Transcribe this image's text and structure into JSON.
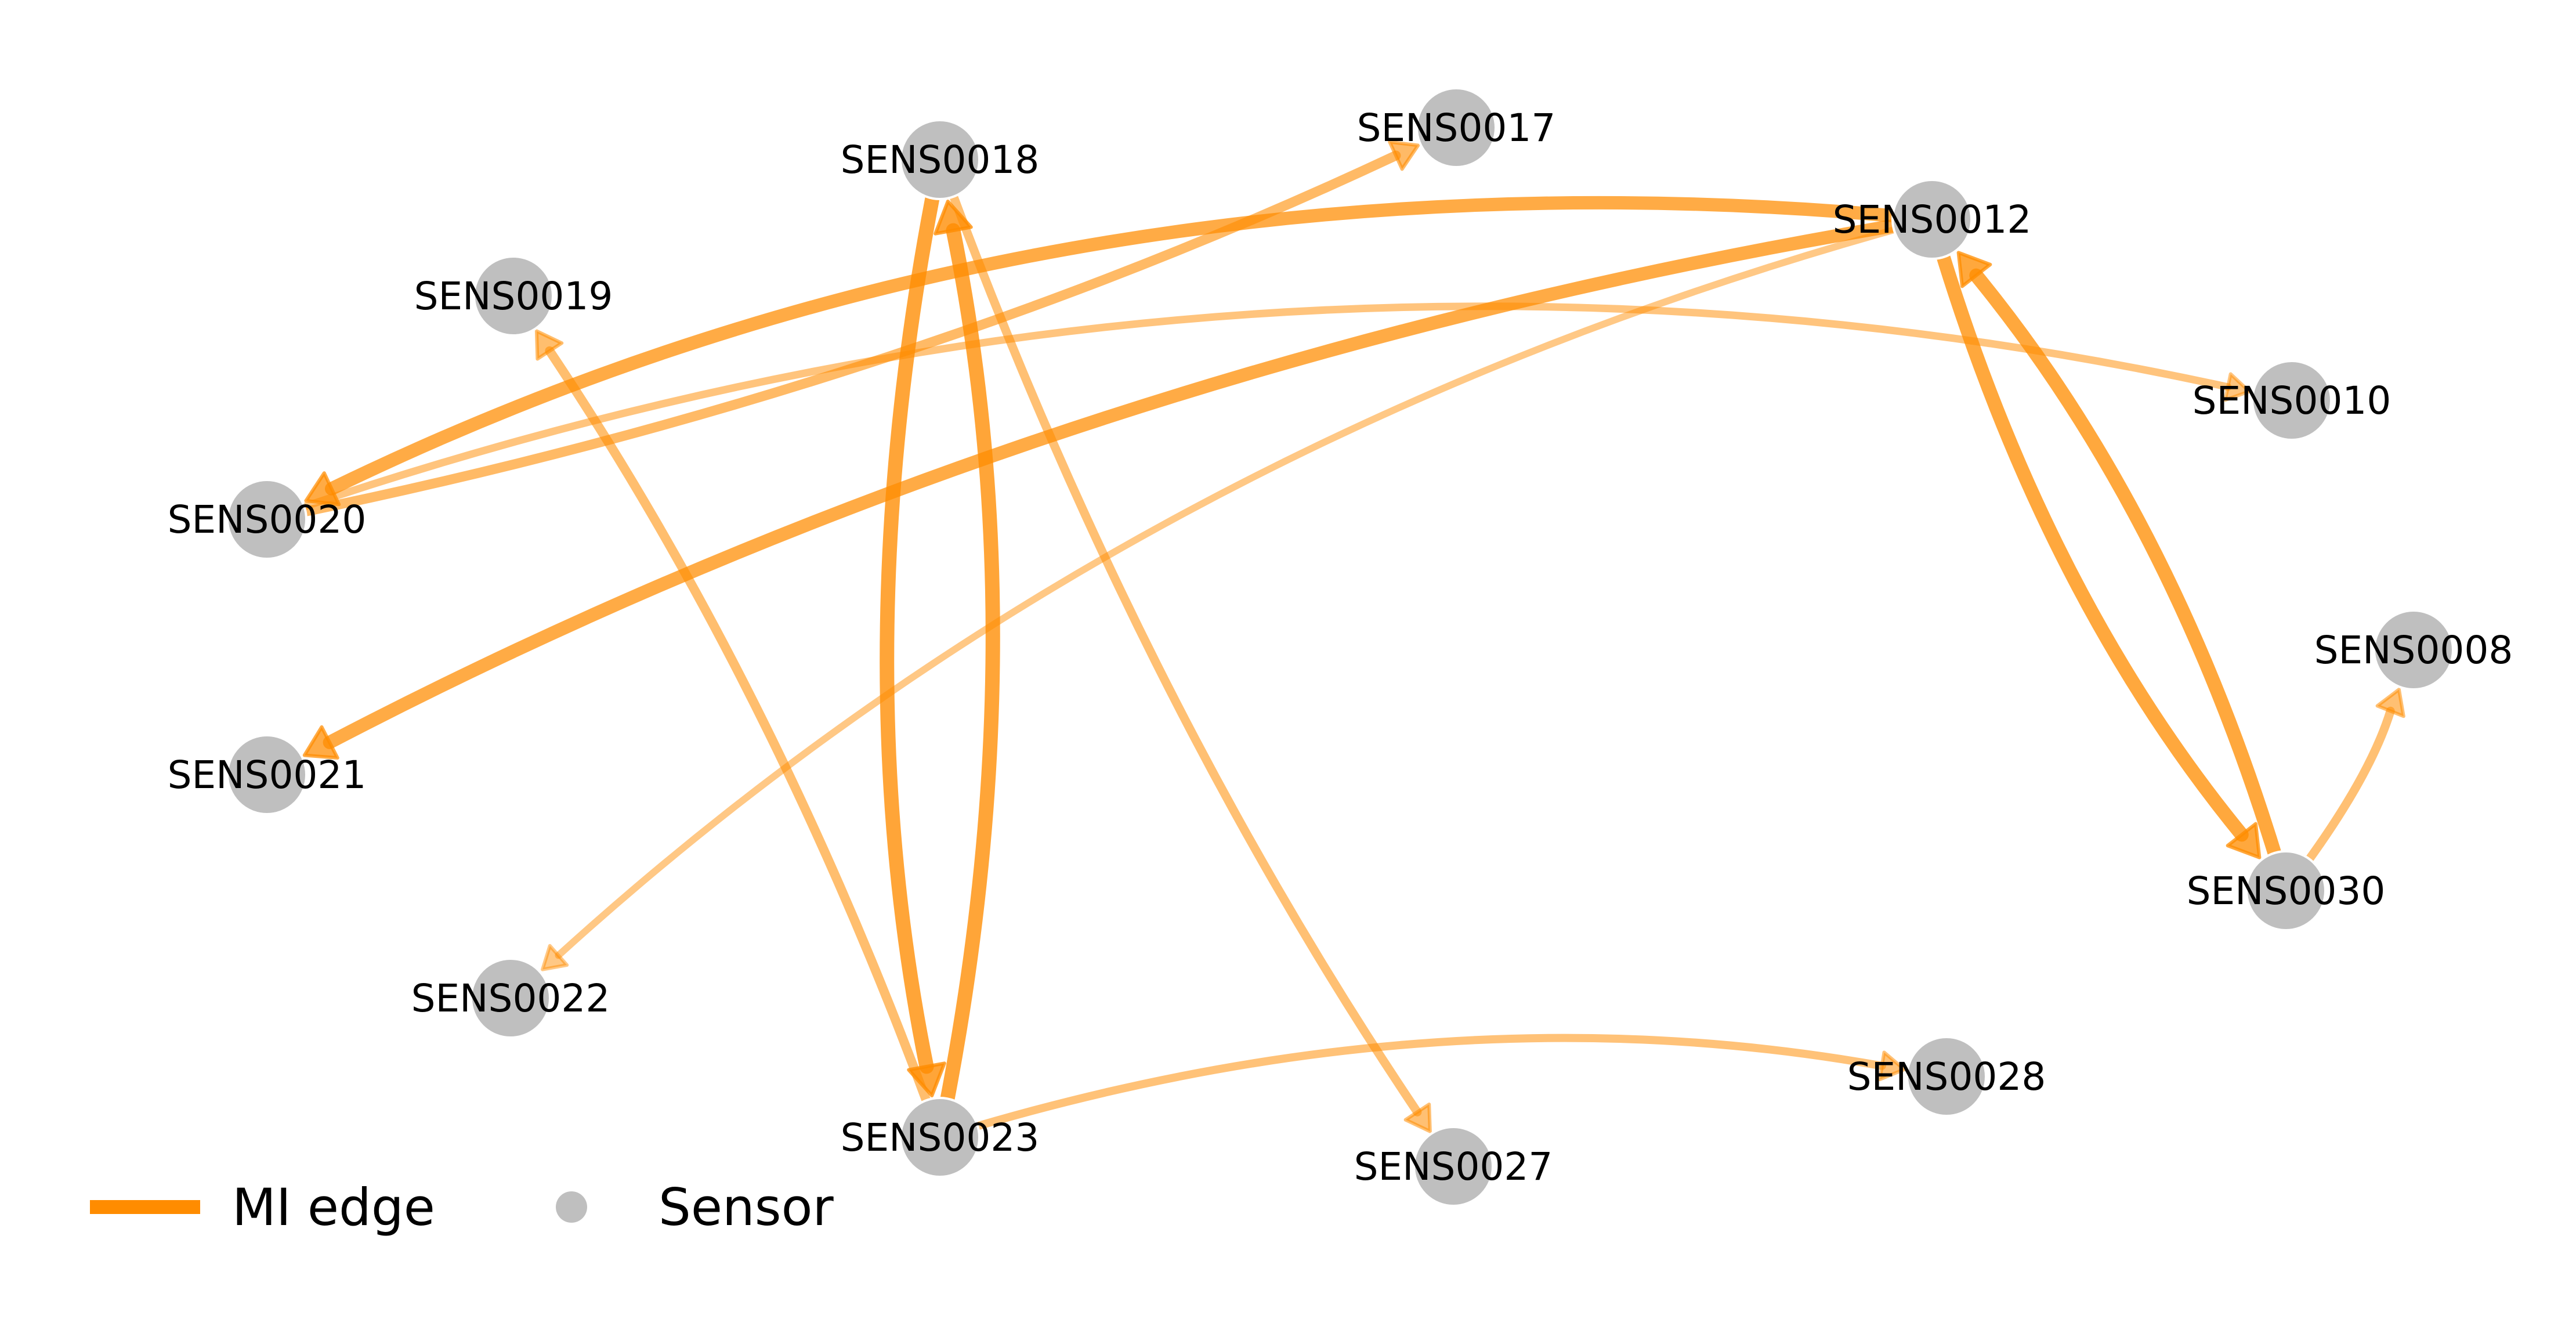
{
  "colors": {
    "edge": "#ff8c00",
    "node": "#bfbfbf",
    "background": "#ffffff"
  },
  "legend": {
    "edge_label": "MI edge",
    "node_label": "Sensor"
  },
  "nodes": [
    {
      "id": "SENS0017",
      "label": "SENS0017"
    },
    {
      "id": "SENS0018",
      "label": "SENS0018"
    },
    {
      "id": "SENS0012",
      "label": "SENS0012"
    },
    {
      "id": "SENS0019",
      "label": "SENS0019"
    },
    {
      "id": "SENS0010",
      "label": "SENS0010"
    },
    {
      "id": "SENS0020",
      "label": "SENS0020"
    },
    {
      "id": "SENS0008",
      "label": "SENS0008"
    },
    {
      "id": "SENS0021",
      "label": "SENS0021"
    },
    {
      "id": "SENS0030",
      "label": "SENS0030"
    },
    {
      "id": "SENS0022",
      "label": "SENS0022"
    },
    {
      "id": "SENS0028",
      "label": "SENS0028"
    },
    {
      "id": "SENS0023",
      "label": "SENS0023"
    },
    {
      "id": "SENS0027",
      "label": "SENS0027"
    }
  ],
  "edges": [
    {
      "source": "SENS0012",
      "target": "SENS0020",
      "weight": 0.85
    },
    {
      "source": "SENS0020",
      "target": "SENS0017",
      "weight": 0.55
    },
    {
      "source": "SENS0012",
      "target": "SENS0021",
      "weight": 0.85
    },
    {
      "source": "SENS0012",
      "target": "SENS0022",
      "weight": 0.3
    },
    {
      "source": "SENS0020",
      "target": "SENS0010",
      "weight": 0.35
    },
    {
      "source": "SENS0018",
      "target": "SENS0023",
      "weight": 0.95
    },
    {
      "source": "SENS0023",
      "target": "SENS0018",
      "weight": 0.95
    },
    {
      "source": "SENS0023",
      "target": "SENS0019",
      "weight": 0.5
    },
    {
      "source": "SENS0018",
      "target": "SENS0027",
      "weight": 0.45
    },
    {
      "source": "SENS0023",
      "target": "SENS0028",
      "weight": 0.4
    },
    {
      "source": "SENS0012",
      "target": "SENS0030",
      "weight": 0.9
    },
    {
      "source": "SENS0030",
      "target": "SENS0012",
      "weight": 0.9
    },
    {
      "source": "SENS0030",
      "target": "SENS0008",
      "weight": 0.45
    }
  ]
}
